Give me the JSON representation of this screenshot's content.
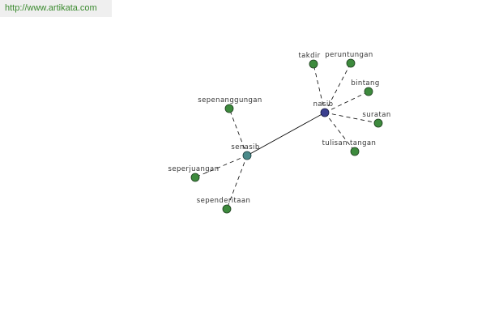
{
  "site": {
    "url_text": "http://www.artikata.com"
  },
  "colors": {
    "banner_bg": "#efefef",
    "link": "#3a8a2e",
    "main_node": "#3b3f8f",
    "secondary_node": "#4a8a8a",
    "leaf_node": "#3d8a3d",
    "edge": "#000000"
  },
  "graph": {
    "main_word": "nasib",
    "secondary_word": "senasib",
    "main_related": [
      "takdir",
      "peruntungan",
      "bintang",
      "suratan",
      "tulisan tangan"
    ],
    "secondary_related": [
      "sepenanggungan",
      "seperjuangan",
      "sependeritaan"
    ]
  }
}
